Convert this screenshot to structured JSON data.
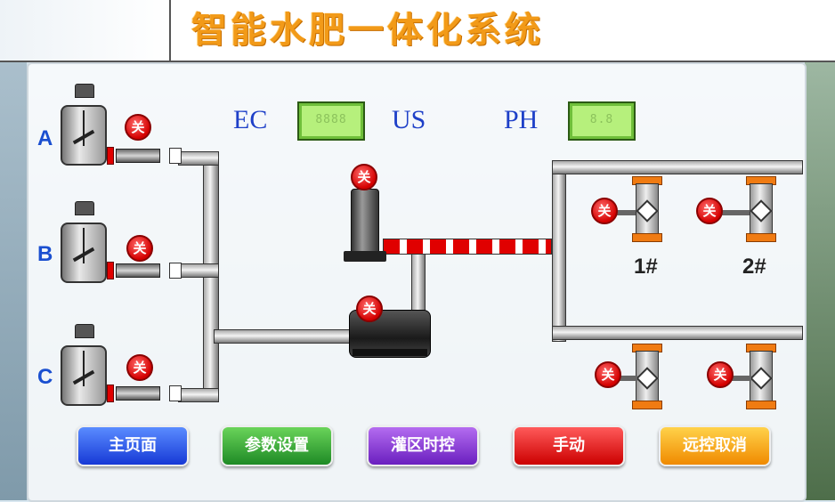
{
  "header": {
    "title": "智能水肥一体化系统"
  },
  "tanks": [
    {
      "label": "A",
      "valve_state": "关"
    },
    {
      "label": "B",
      "valve_state": "关"
    },
    {
      "label": "C",
      "valve_state": "关"
    }
  ],
  "meters": {
    "ec": {
      "label": "EC",
      "value": "8888",
      "unit": "US"
    },
    "ph": {
      "label": "PH",
      "value": "8.8"
    }
  },
  "pumps": {
    "vertical": {
      "state": "关"
    },
    "main": {
      "state": "关"
    }
  },
  "zones": [
    {
      "label": "1#",
      "valve_state": "关"
    },
    {
      "label": "2#",
      "valve_state": "关"
    },
    {
      "label": "",
      "valve_state": "关"
    },
    {
      "label": "",
      "valve_state": "关"
    }
  ],
  "buttons": [
    {
      "label": "主页面",
      "color": "#1739d6"
    },
    {
      "label": "参数设置",
      "color": "#1e8a25"
    },
    {
      "label": "灌区时控",
      "color": "#6a1fbf"
    },
    {
      "label": "手动",
      "color": "#cc0000"
    },
    {
      "label": "远控取消",
      "color": "#f08a00"
    }
  ]
}
